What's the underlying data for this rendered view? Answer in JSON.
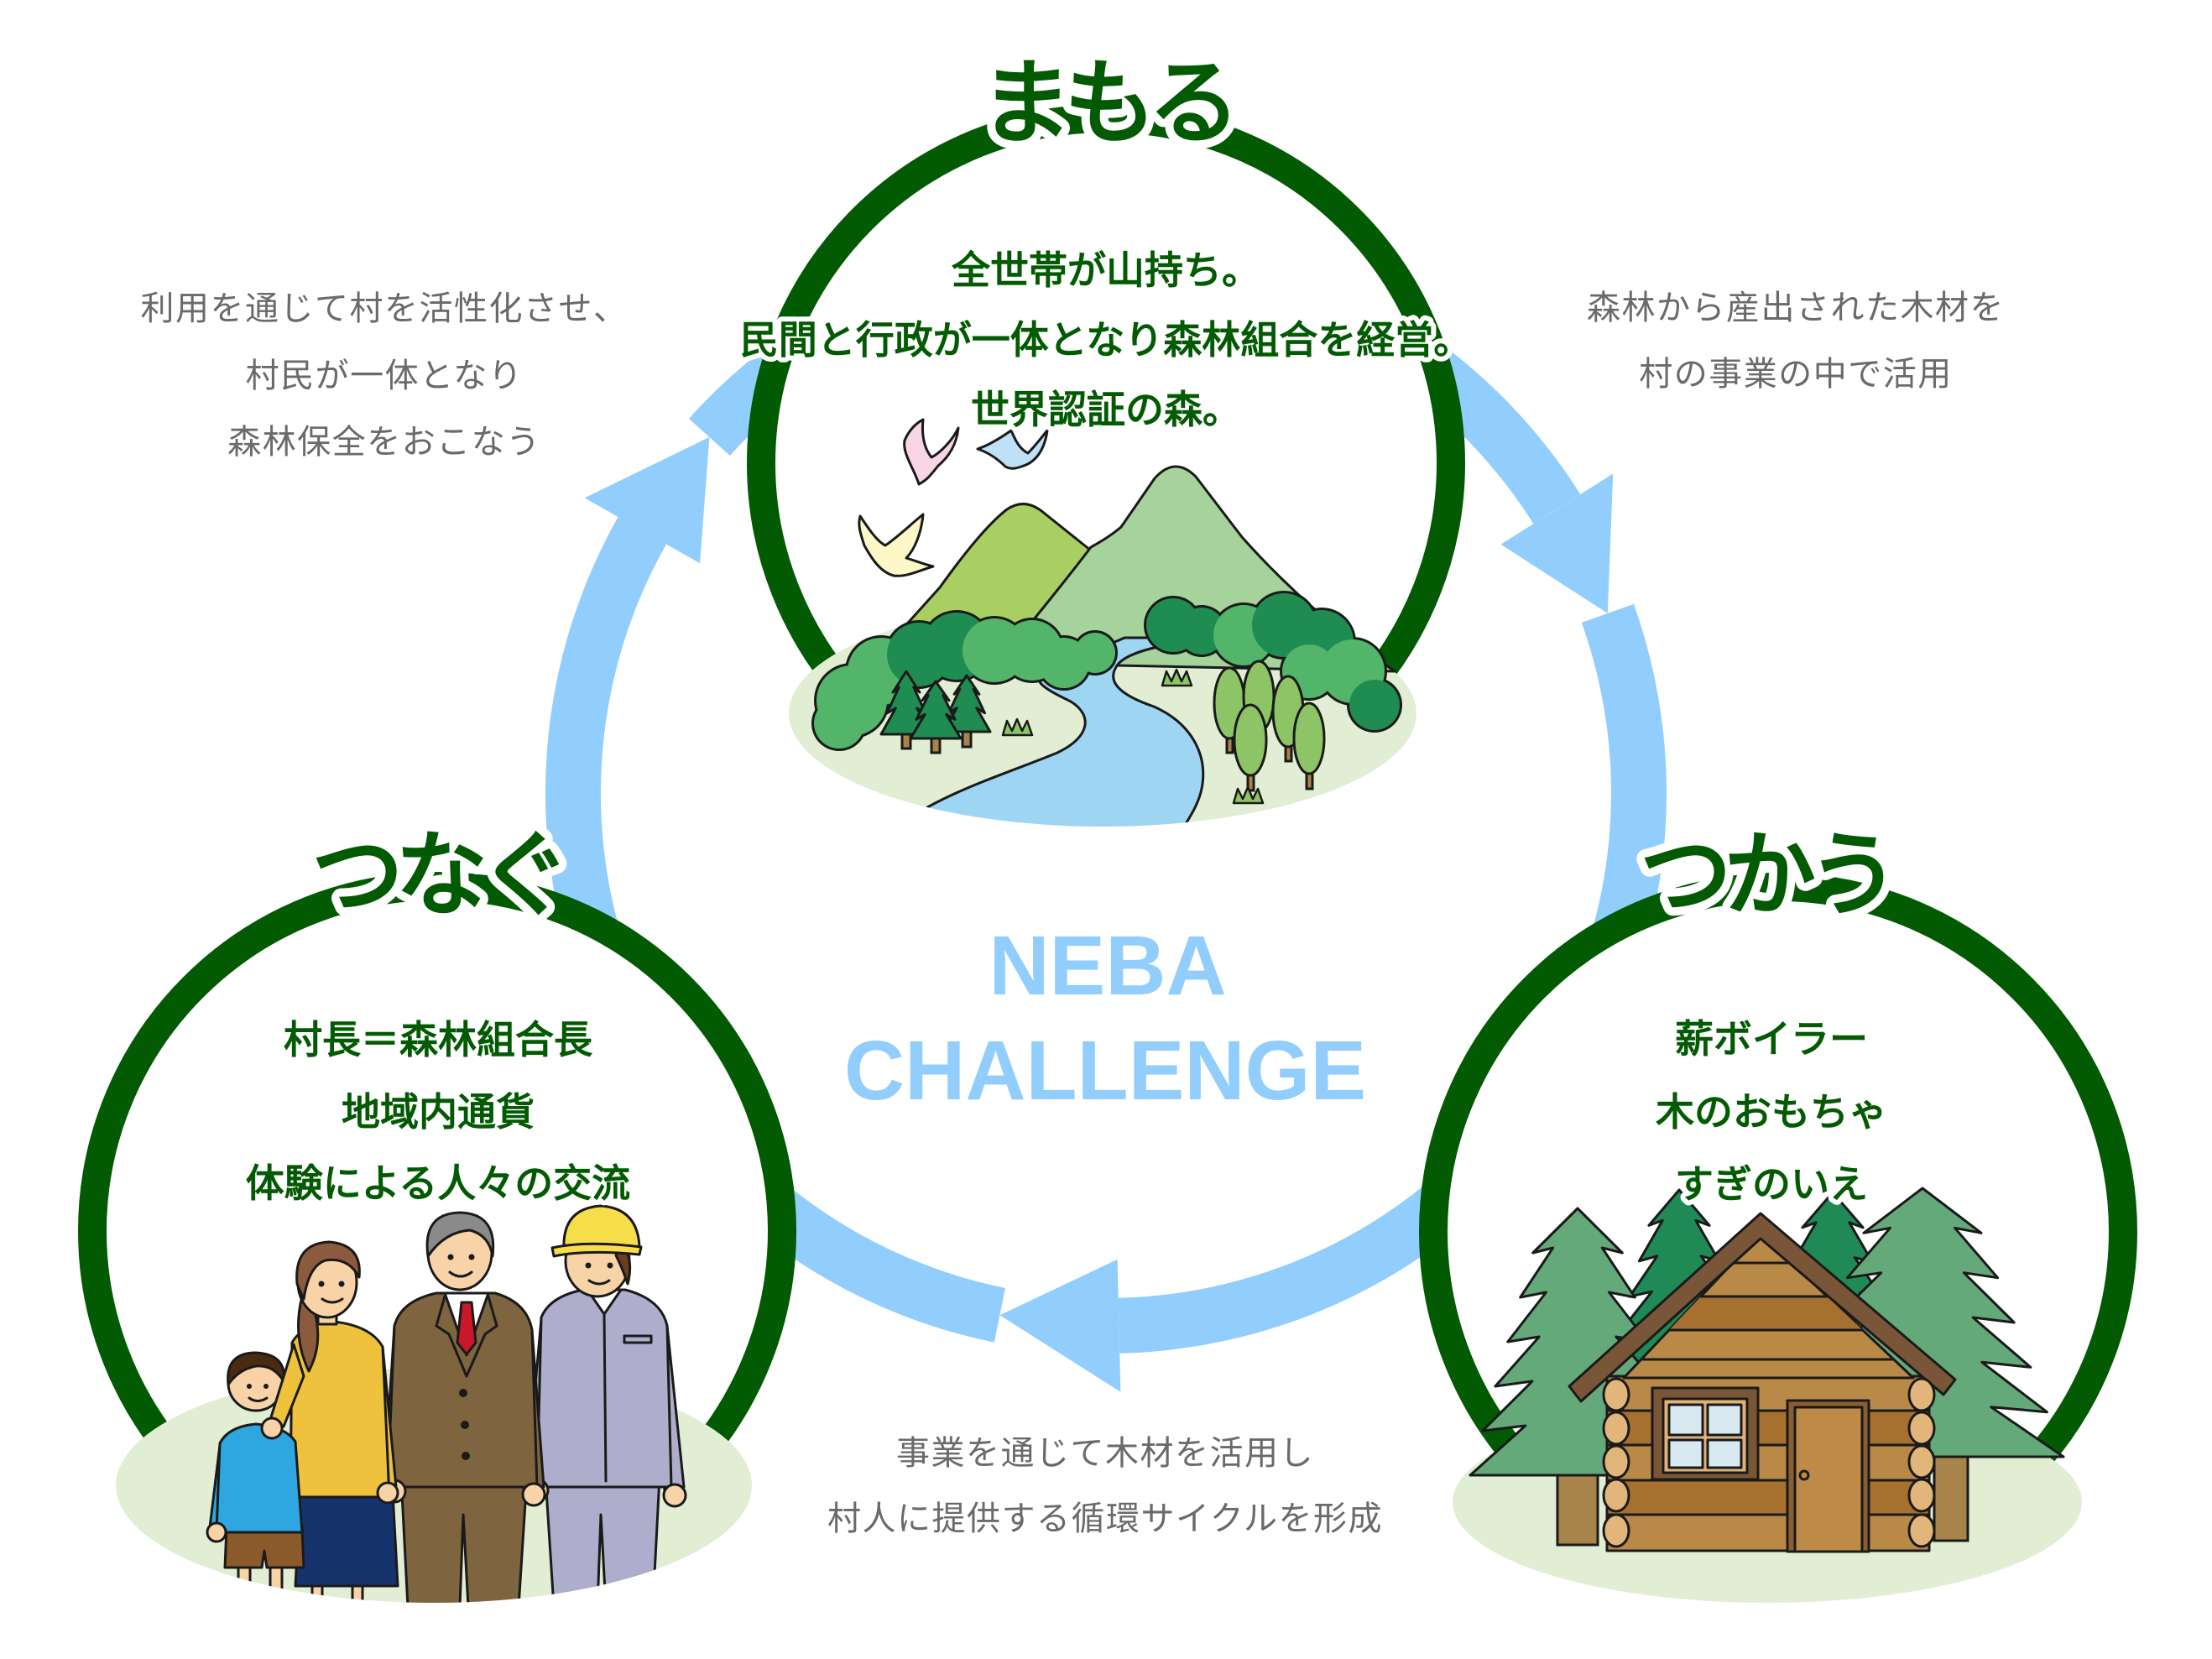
{
  "center_title": {
    "line1": "NEBA",
    "line2": "CHALLENGE"
  },
  "nodes": {
    "mamoru": {
      "heading": "まもる",
      "lines": [
        "全世帯が山持ち。",
        "民間と行政が一体となり森林組合を経営。",
        "世界認証の森。"
      ]
    },
    "tsukau": {
      "heading": "つかう",
      "lines": [
        "薪ボイラー",
        "木のおもちゃ",
        "すぎのいえ"
      ]
    },
    "tsunagu": {
      "heading": "つなぐ",
      "lines": [
        "村長＝森林組合長",
        "地域内通貨",
        "体験による人々の交流"
      ]
    }
  },
  "arrow_captions": {
    "tsunagu_to_mamoru": [
      "利用を通じて村を活性化させ、",
      "村民が一体となり",
      "森林保全をおこなう"
    ],
    "mamoru_to_tsukau": [
      "森林から産出された木材を",
      "村の事業の中で活用"
    ],
    "tsukau_to_tsunagu": [
      "事業を通じて木材を活用し",
      "村人に提供する循環サイクルを形成"
    ]
  },
  "colors": {
    "ring_green": "#025A02",
    "cycle_blue": "#92CEFD",
    "ground_green": "#E1EED3",
    "caption_gray": "#6A6A6A"
  }
}
